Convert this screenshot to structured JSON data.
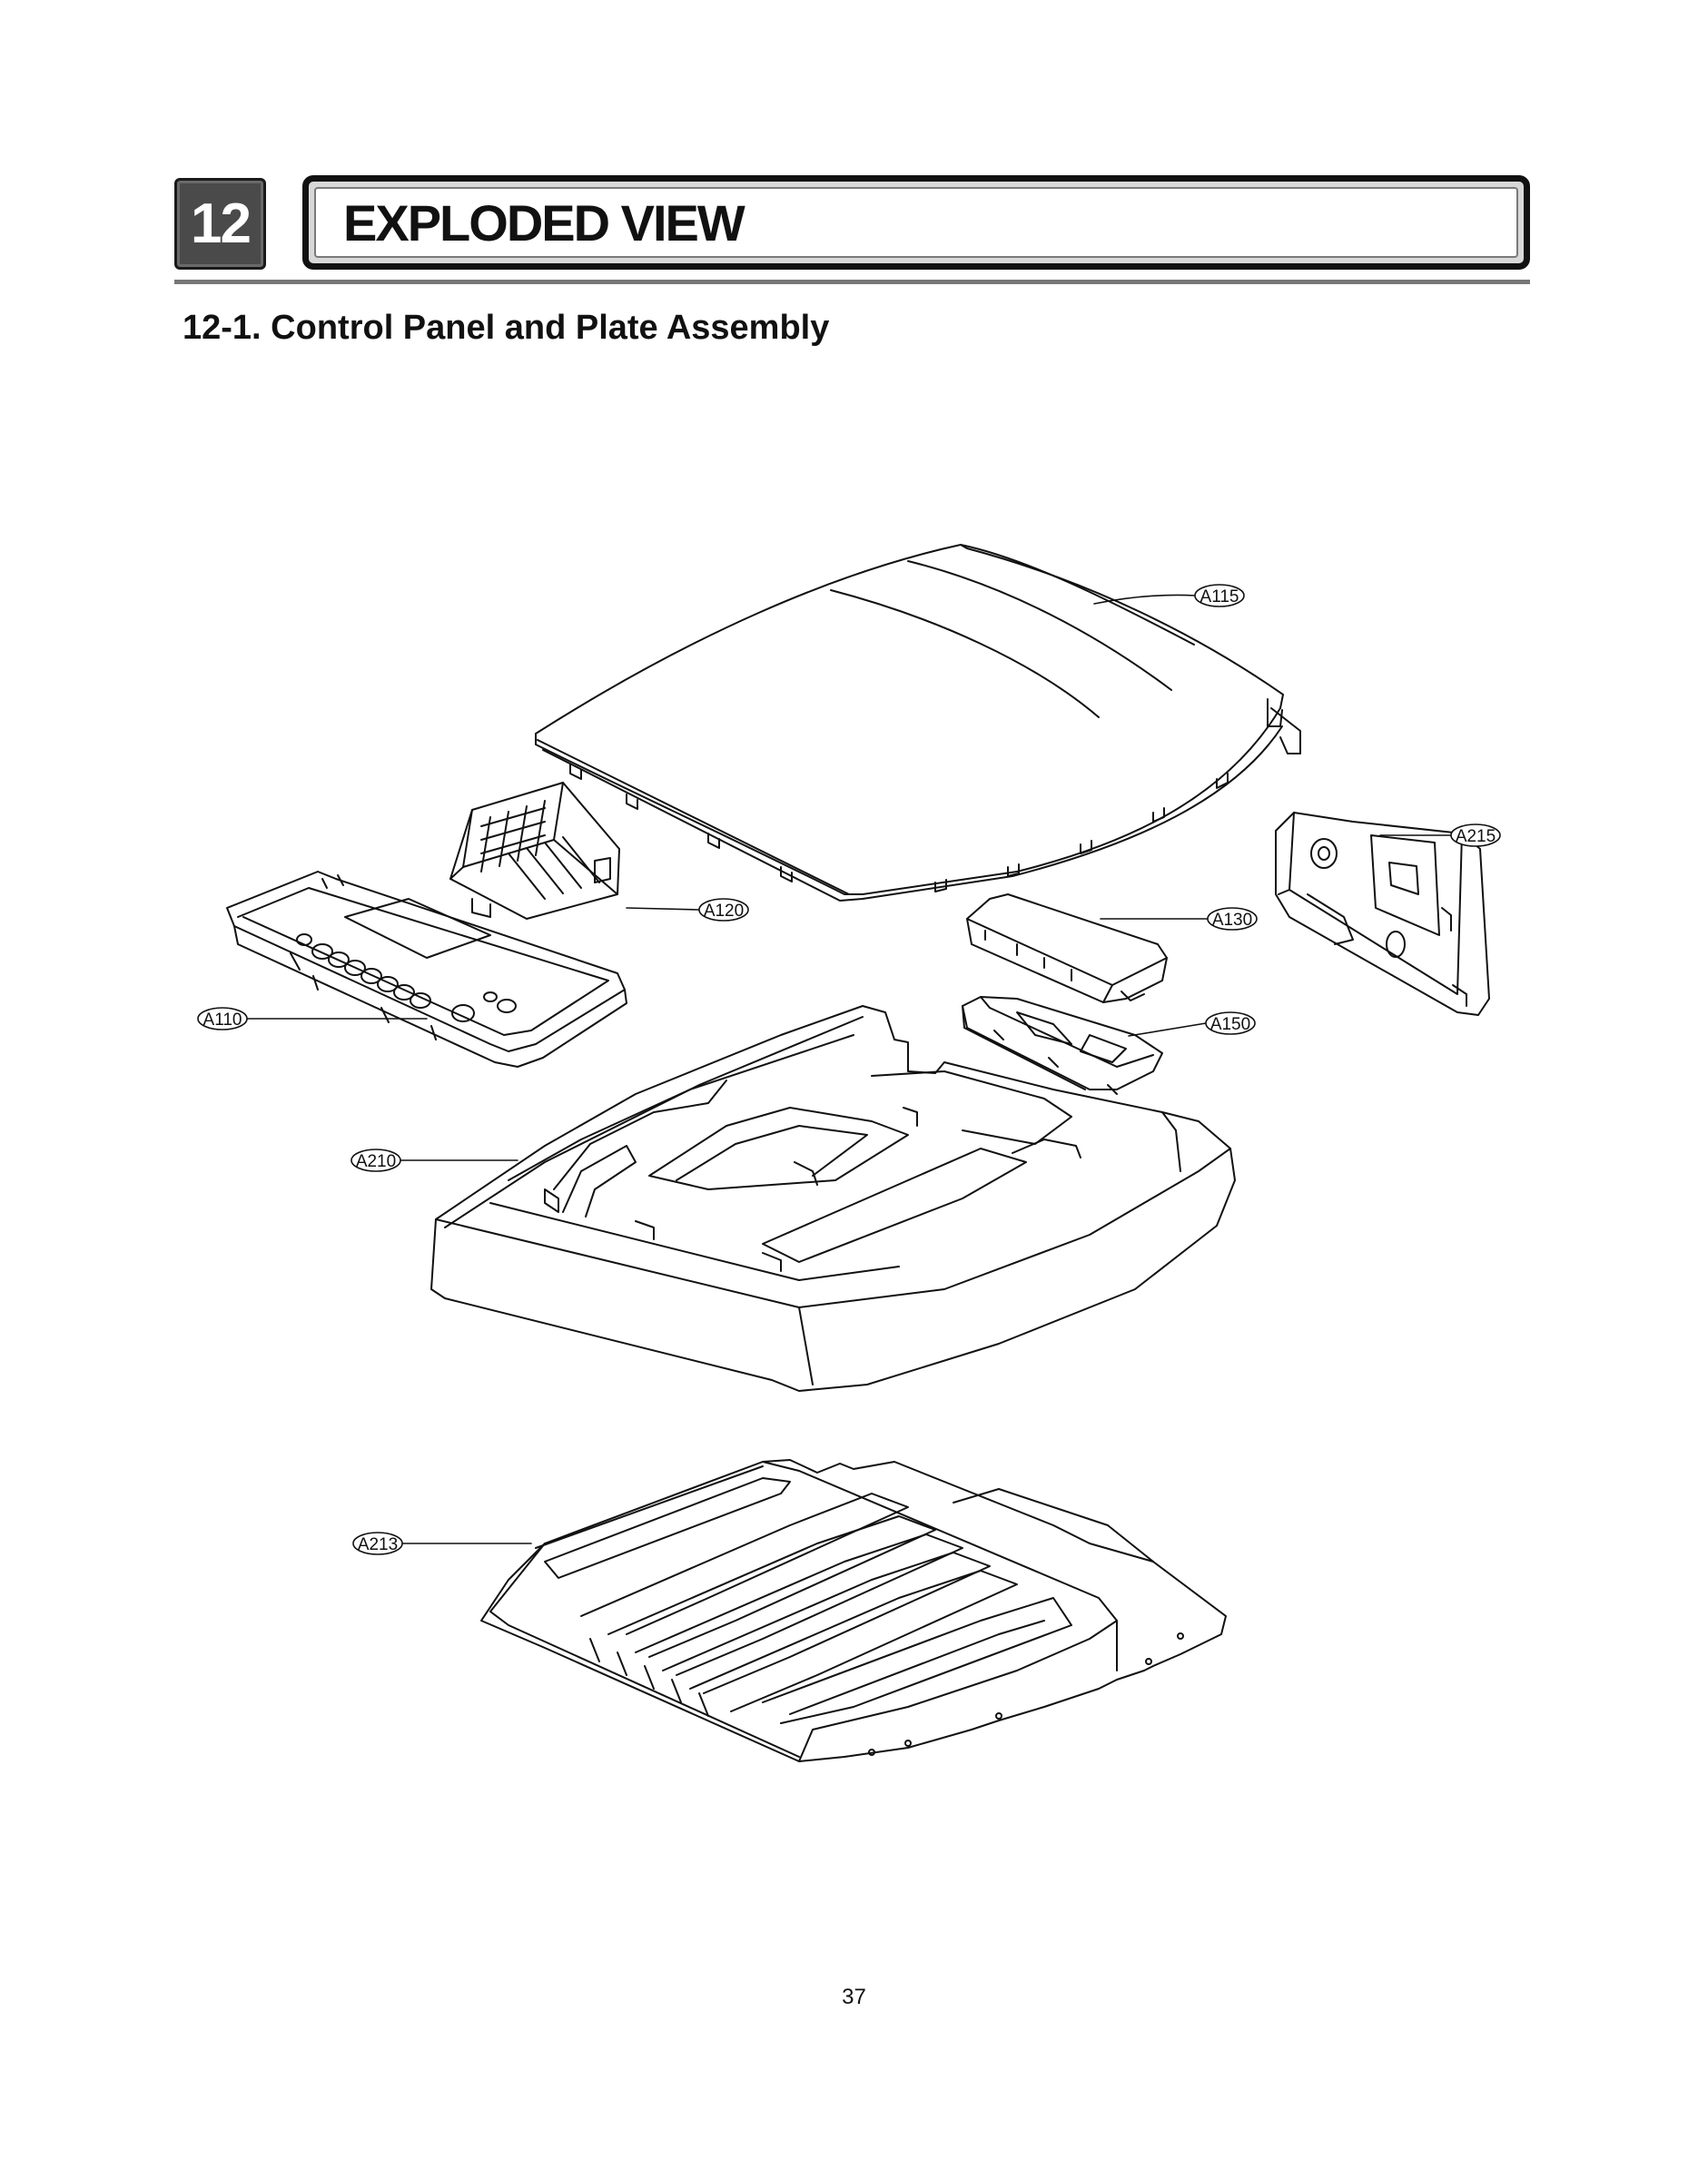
{
  "header": {
    "chapter_number": "12",
    "chapter_title": "EXPLODED VIEW",
    "section_title": "12-1. Control Panel and Plate Assembly"
  },
  "callouts": {
    "a115": "A115",
    "a120": "A120",
    "a110": "A110",
    "a215": "A215",
    "a130": "A130",
    "a150": "A150",
    "a210": "A210",
    "a213": "A213"
  },
  "footer": {
    "page_number": "37"
  }
}
